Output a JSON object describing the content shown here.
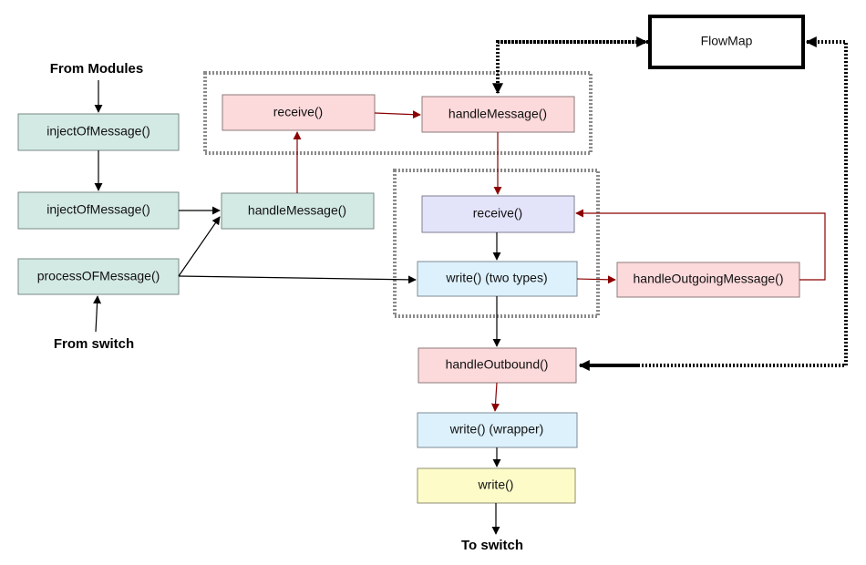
{
  "labels": {
    "from_modules": "From Modules",
    "from_switch": "From switch",
    "to_switch": "To switch"
  },
  "nodes": {
    "inject1": "injectOfMessage()",
    "inject2": "injectOfMessage()",
    "process": "processOFMessage()",
    "handle_msg_mid": "handleMessage()",
    "receive_top": "receive()",
    "handle_msg_top": "handleMessage()",
    "receive_mid": "receive()",
    "write_two": "write() (two types)",
    "handle_outgoing": "handleOutgoingMessage()",
    "handle_outbound": "handleOutbound()",
    "write_wrapper": "write() (wrapper)",
    "write_final": "write()",
    "flowmap": "FlowMap"
  },
  "colors": {
    "green_fill": "#d3e9e4",
    "pink_fill": "#fcd9db",
    "lavender_fill": "#e3e3fa",
    "blue_fill": "#ddf1fd",
    "yellow_fill": "#fdfcc9",
    "dark_red": "#8b0000",
    "gray_dotted": "#8a8a8a"
  }
}
